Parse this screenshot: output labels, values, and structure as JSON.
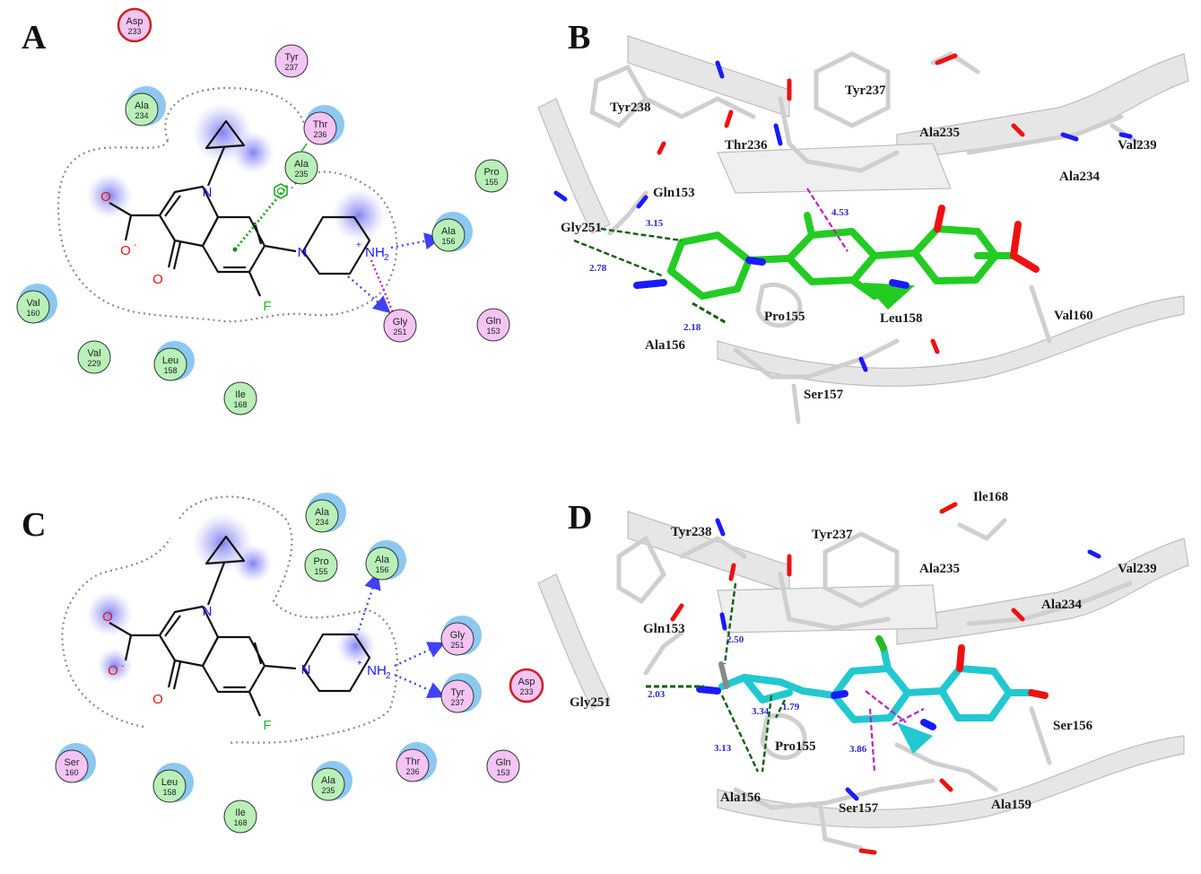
{
  "figure": {
    "panels": {
      "A": {
        "letter": "A",
        "residues": [
          {
            "name": "Asp",
            "num": "233",
            "type": "charged"
          },
          {
            "name": "Tyr",
            "num": "237",
            "type": "polar"
          },
          {
            "name": "Ala",
            "num": "234",
            "type": "hydrophobic"
          },
          {
            "name": "Thr",
            "num": "236",
            "type": "polar"
          },
          {
            "name": "Ala",
            "num": "235",
            "type": "hydrophobic"
          },
          {
            "name": "Pro",
            "num": "155",
            "type": "hydrophobic"
          },
          {
            "name": "Ala",
            "num": "156",
            "type": "hydrophobic"
          },
          {
            "name": "Val",
            "num": "160",
            "type": "hydrophobic"
          },
          {
            "name": "Gly",
            "num": "251",
            "type": "polar"
          },
          {
            "name": "Gln",
            "num": "153",
            "type": "polar"
          },
          {
            "name": "Val",
            "num": "229",
            "type": "hydrophobic"
          },
          {
            "name": "Leu",
            "num": "158",
            "type": "hydrophobic"
          },
          {
            "name": "Ile",
            "num": "168",
            "type": "hydrophobic"
          }
        ]
      },
      "B": {
        "letter": "B",
        "labels": [
          "Tyr238",
          "Tyr237",
          "Thr236",
          "Ala235",
          "Val239",
          "Gln153",
          "Ala234",
          "Gly251",
          "Pro155",
          "Leu158",
          "Val160",
          "Ala156",
          "Ser157"
        ],
        "distances": [
          "3.15",
          "2.78",
          "4.53",
          "2.18"
        ]
      },
      "C": {
        "letter": "C",
        "residues": [
          {
            "name": "Ala",
            "num": "234",
            "type": "hydrophobic"
          },
          {
            "name": "Pro",
            "num": "155",
            "type": "hydrophobic"
          },
          {
            "name": "Ala",
            "num": "156",
            "type": "hydrophobic"
          },
          {
            "name": "Gly",
            "num": "251",
            "type": "polar"
          },
          {
            "name": "Asp",
            "num": "233",
            "type": "charged"
          },
          {
            "name": "Tyr",
            "num": "237",
            "type": "polar"
          },
          {
            "name": "Ser",
            "num": "160",
            "type": "polar"
          },
          {
            "name": "Leu",
            "num": "158",
            "type": "hydrophobic"
          },
          {
            "name": "Ala",
            "num": "235",
            "type": "hydrophobic"
          },
          {
            "name": "Thr",
            "num": "236",
            "type": "polar"
          },
          {
            "name": "Gln",
            "num": "153",
            "type": "polar"
          },
          {
            "name": "Ile",
            "num": "168",
            "type": "hydrophobic"
          }
        ]
      },
      "D": {
        "letter": "D",
        "labels": [
          "Tyr238",
          "Tyr237",
          "Ile168",
          "Ala235",
          "Val239",
          "Gln153",
          "Ala234",
          "Gly251",
          "Ser156",
          "Pro155",
          "Ala156",
          "Ser157",
          "Ala159"
        ],
        "distances": [
          "2.50",
          "2.03",
          "3.34",
          "1.79",
          "3.13",
          "3.86"
        ]
      }
    },
    "atoms": {
      "N": "N",
      "O": "O",
      "F": "F",
      "NH2": "NH",
      "sub2": "2",
      "minus": "-",
      "plus": "+"
    },
    "colors": {
      "hydrophobic_fill": "#b8f0b8",
      "polar_fill": "#f4c4f4",
      "charged_ring": "#cc2222",
      "halo": "#8cc8f0",
      "hbond": "#4040ff",
      "pi": "#c020c0",
      "ligand_B": "#22cc22",
      "ligand_D": "#22c8d0",
      "ribbon": "#dcdcdc",
      "nitrogen": "#1a1aff",
      "oxygen": "#ee1111",
      "fluorine": "#22bb22"
    },
    "icons": {
      "aromatic": "aromatic-ring-icon"
    }
  }
}
